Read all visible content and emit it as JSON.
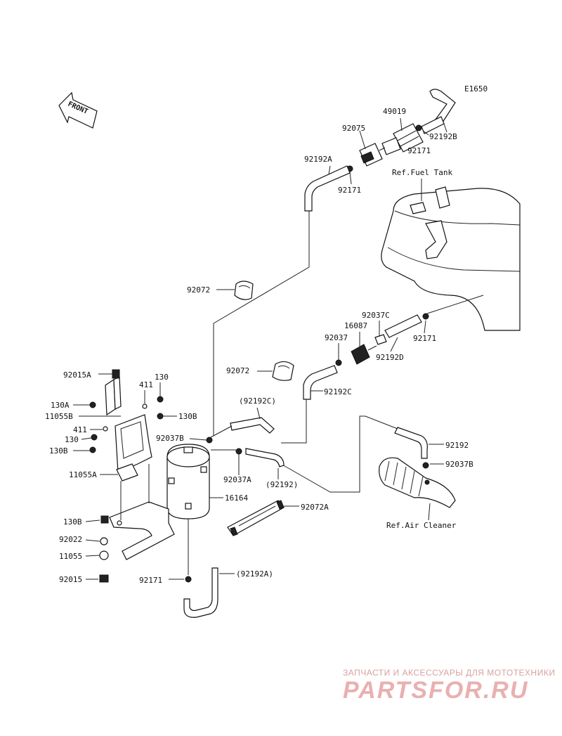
{
  "diagram_code": "E1650",
  "front_label": "FRONT",
  "references": {
    "fuel_tank": "Ref.Fuel Tank",
    "air_cleaner": "Ref.Air Cleaner"
  },
  "parts": [
    {
      "id": "p-49019",
      "label": "49019"
    },
    {
      "id": "p-92075",
      "label": "92075"
    },
    {
      "id": "p-92192b",
      "label": "92192B"
    },
    {
      "id": "p-92171-a",
      "label": "92171"
    },
    {
      "id": "p-92192a",
      "label": "92192A"
    },
    {
      "id": "p-92171-b",
      "label": "92171"
    },
    {
      "id": "p-92072-a",
      "label": "92072"
    },
    {
      "id": "p-92037c",
      "label": "92037C"
    },
    {
      "id": "p-16087",
      "label": "16087"
    },
    {
      "id": "p-92037",
      "label": "92037"
    },
    {
      "id": "p-92171-c",
      "label": "92171"
    },
    {
      "id": "p-92192d",
      "label": "92192D"
    },
    {
      "id": "p-92072-b",
      "label": "92072"
    },
    {
      "id": "p-92192c",
      "label": "92192C"
    },
    {
      "id": "p-92192c-paren",
      "label": "(92192C)"
    },
    {
      "id": "p-92192",
      "label": "92192"
    },
    {
      "id": "p-92037b-a",
      "label": "92037B"
    },
    {
      "id": "p-92037b-b",
      "label": "92037B"
    },
    {
      "id": "p-92037a",
      "label": "92037A"
    },
    {
      "id": "p-92192-paren",
      "label": "(92192)"
    },
    {
      "id": "p-16164",
      "label": "16164"
    },
    {
      "id": "p-92072a",
      "label": "92072A"
    },
    {
      "id": "p-92171-d",
      "label": "92171"
    },
    {
      "id": "p-92192a-paren",
      "label": "(92192A)"
    },
    {
      "id": "p-92015a",
      "label": "92015A"
    },
    {
      "id": "p-411-a",
      "label": "411"
    },
    {
      "id": "p-130-a",
      "label": "130"
    },
    {
      "id": "p-130a",
      "label": "130A"
    },
    {
      "id": "p-11055b",
      "label": "11055B"
    },
    {
      "id": "p-130b-a",
      "label": "130B"
    },
    {
      "id": "p-411-b",
      "label": "411"
    },
    {
      "id": "p-130-b",
      "label": "130"
    },
    {
      "id": "p-130b-b",
      "label": "130B"
    },
    {
      "id": "p-11055a",
      "label": "11055A"
    },
    {
      "id": "p-130b-c",
      "label": "130B"
    },
    {
      "id": "p-92022",
      "label": "92022"
    },
    {
      "id": "p-11055",
      "label": "11055"
    },
    {
      "id": "p-92015",
      "label": "92015"
    }
  ],
  "watermark": {
    "tagline": "ЗАПЧАСТИ И АКСЕССУАРЫ ДЛЯ МОТОТЕХНИКИ",
    "logo": "PARTSFOR.RU"
  }
}
